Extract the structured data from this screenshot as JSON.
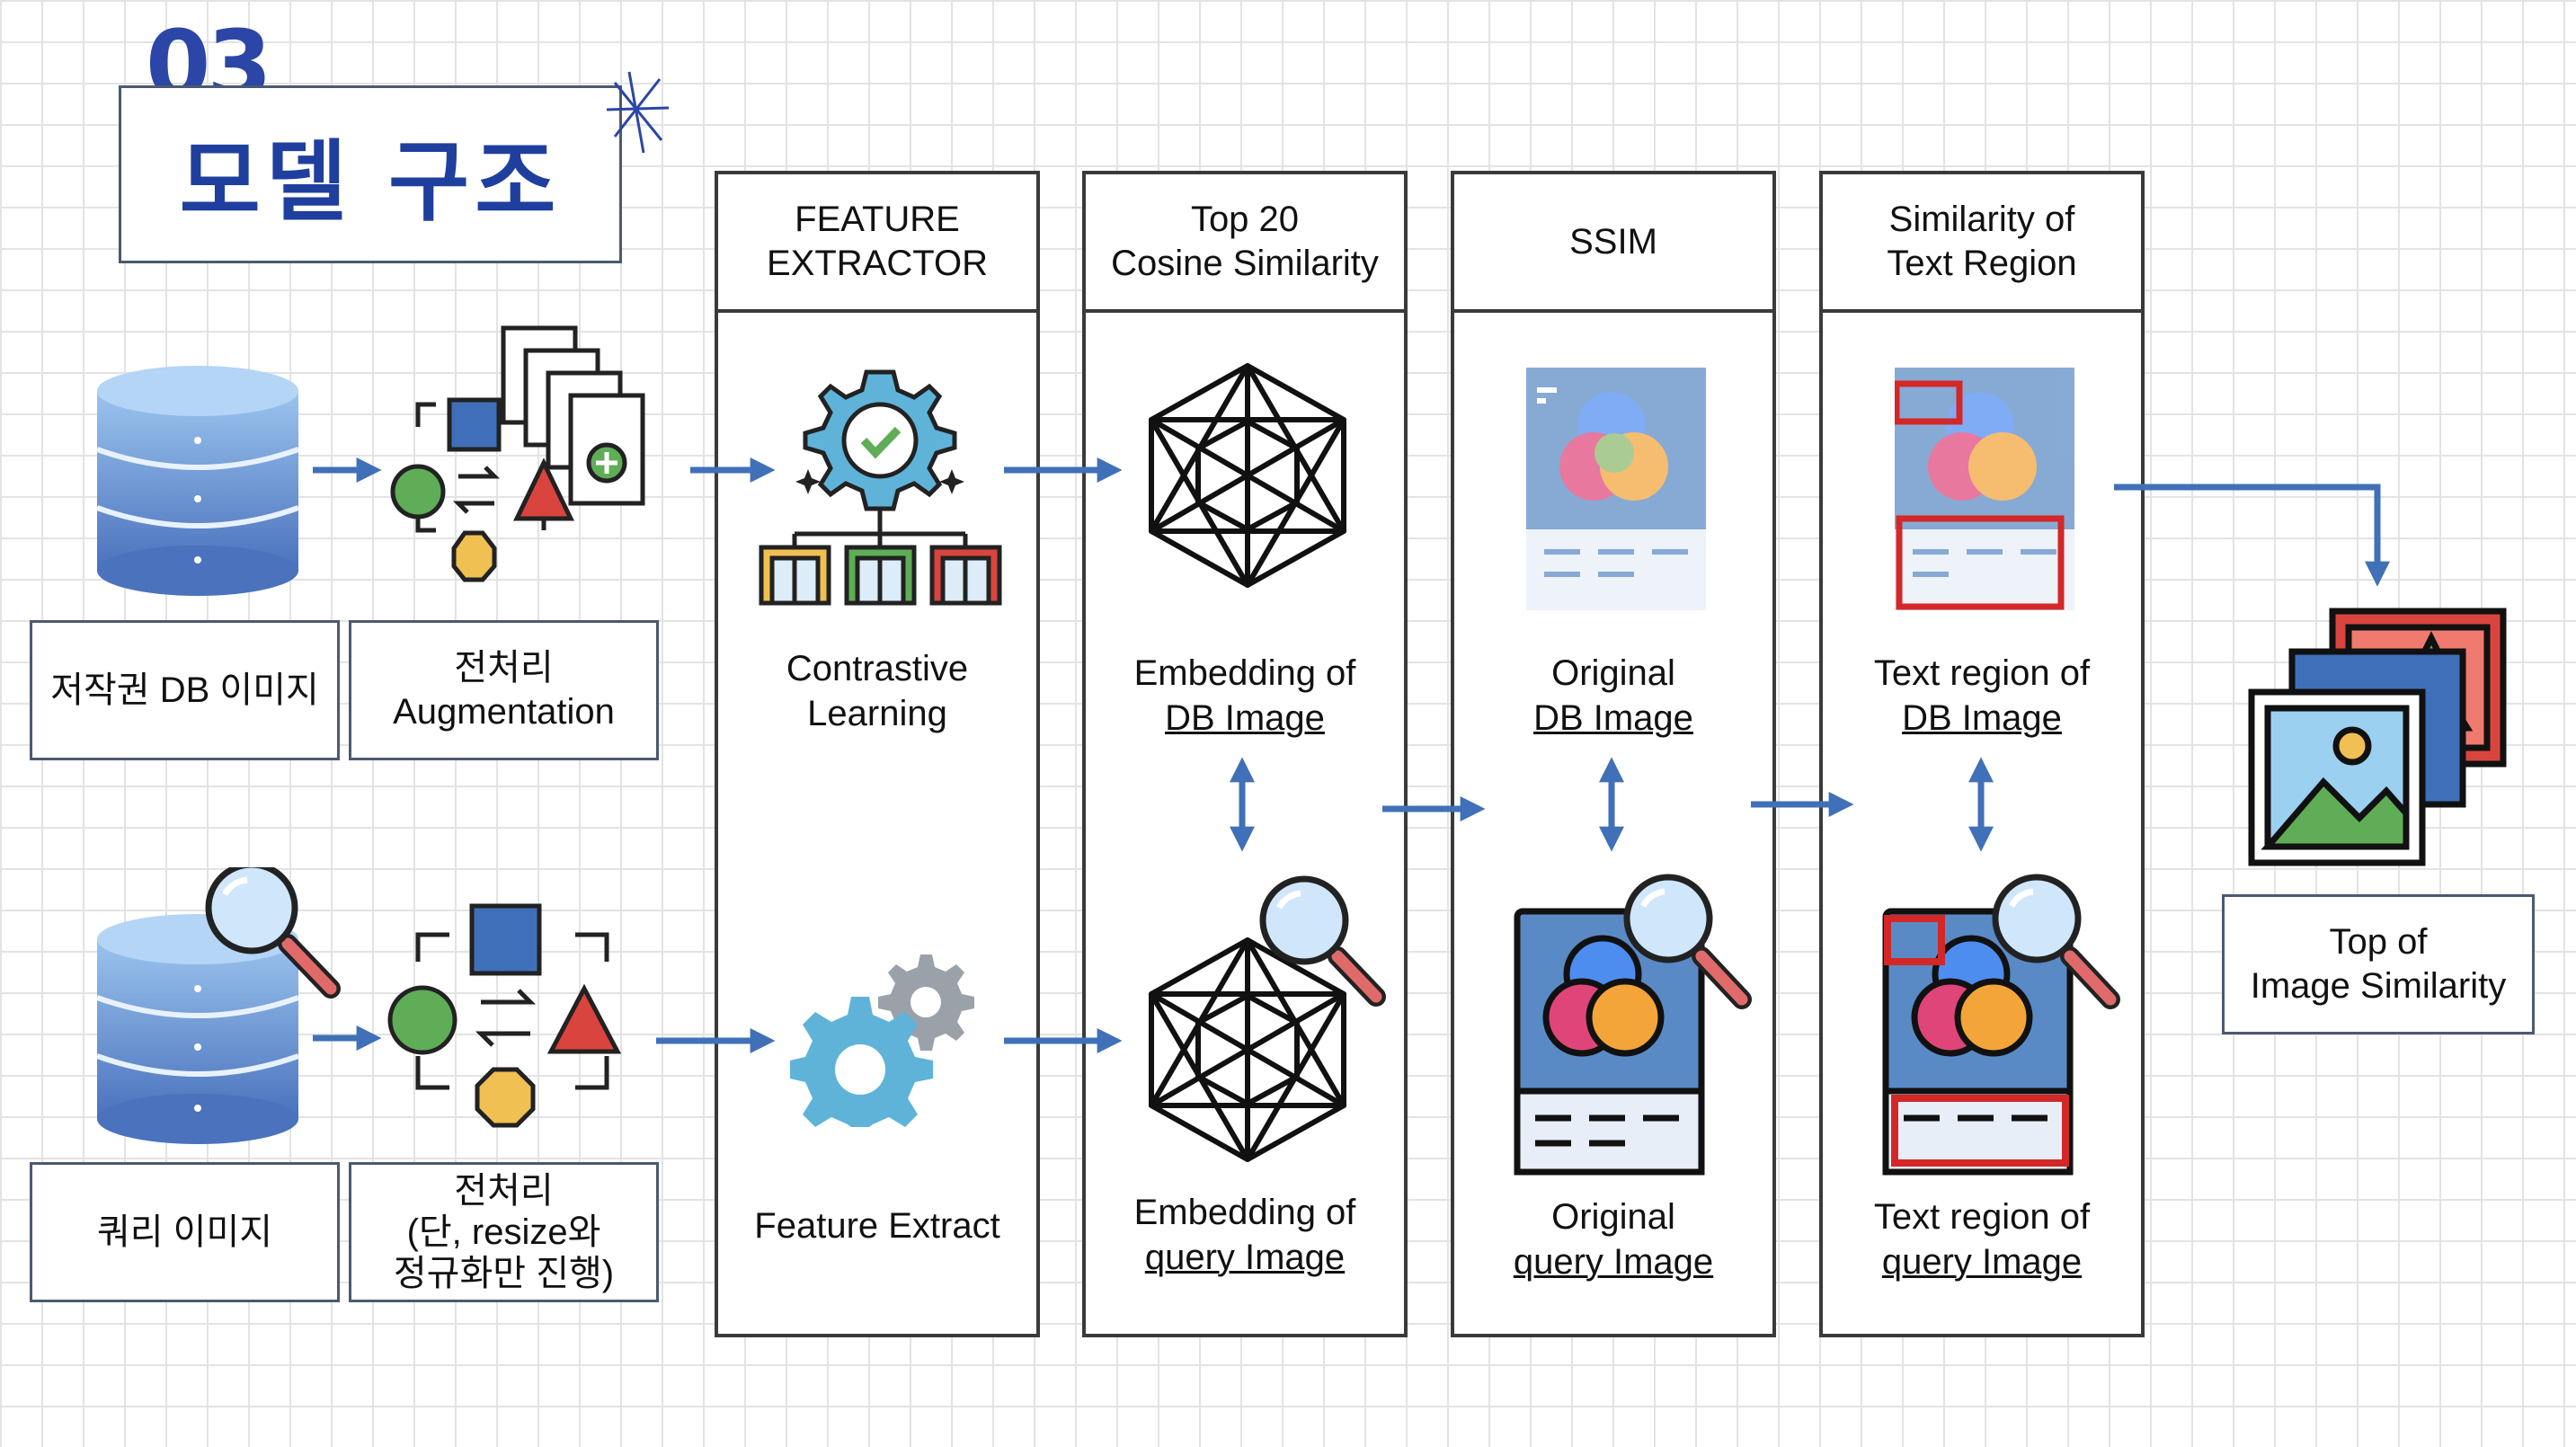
{
  "title": {
    "number": "03",
    "text": "모델 구조"
  },
  "left": {
    "db_label": "저작권 DB 이미지",
    "db_preprocess": [
      "전처리",
      "Augmentation"
    ],
    "query_label": "쿼리 이미지",
    "query_preprocess": [
      "전처리",
      "(단, resize와",
      "정규화만 진행)"
    ]
  },
  "columns": [
    {
      "header": [
        "FEATURE",
        "EXTRACTOR"
      ],
      "top": [
        "Contrastive",
        "Learning"
      ],
      "bottom": [
        "Feature Extract"
      ]
    },
    {
      "header": [
        "Top 20",
        "Cosine Similarity"
      ],
      "top": [
        "Embedding of",
        "DB Image"
      ],
      "bottom": [
        "Embedding of",
        "query Image"
      ]
    },
    {
      "header": [
        "SSIM"
      ],
      "top": [
        "Original",
        "DB Image"
      ],
      "bottom": [
        "Original",
        "query Image"
      ]
    },
    {
      "header": [
        "Similarity of",
        "Text Region"
      ],
      "top": [
        "Text region of",
        "DB Image"
      ],
      "bottom": [
        "Text region of",
        "query Image"
      ]
    }
  ],
  "result": [
    "Top of",
    "Image Similarity"
  ],
  "colors": {
    "arrow": "#4070b8",
    "title": "#1f3f9e",
    "border": "#3a3a3a",
    "db_light": "#9bc4ee",
    "db_dark": "#4a72bd",
    "highlight_red": "#d42727",
    "gear_blue": "#5fb3d9",
    "shape_green": "#5fad56",
    "shape_red": "#d9453e",
    "shape_yellow": "#f0c052",
    "shape_blue": "#3f6fb9"
  },
  "icons": [
    "database-icon",
    "augmentation-icon",
    "document-stack-icon",
    "gear-network-icon",
    "gear-icon",
    "geometric-embedding-icon",
    "photo-card-icon",
    "magnifier-icon",
    "image-stack-icon",
    "arrow-icon"
  ]
}
